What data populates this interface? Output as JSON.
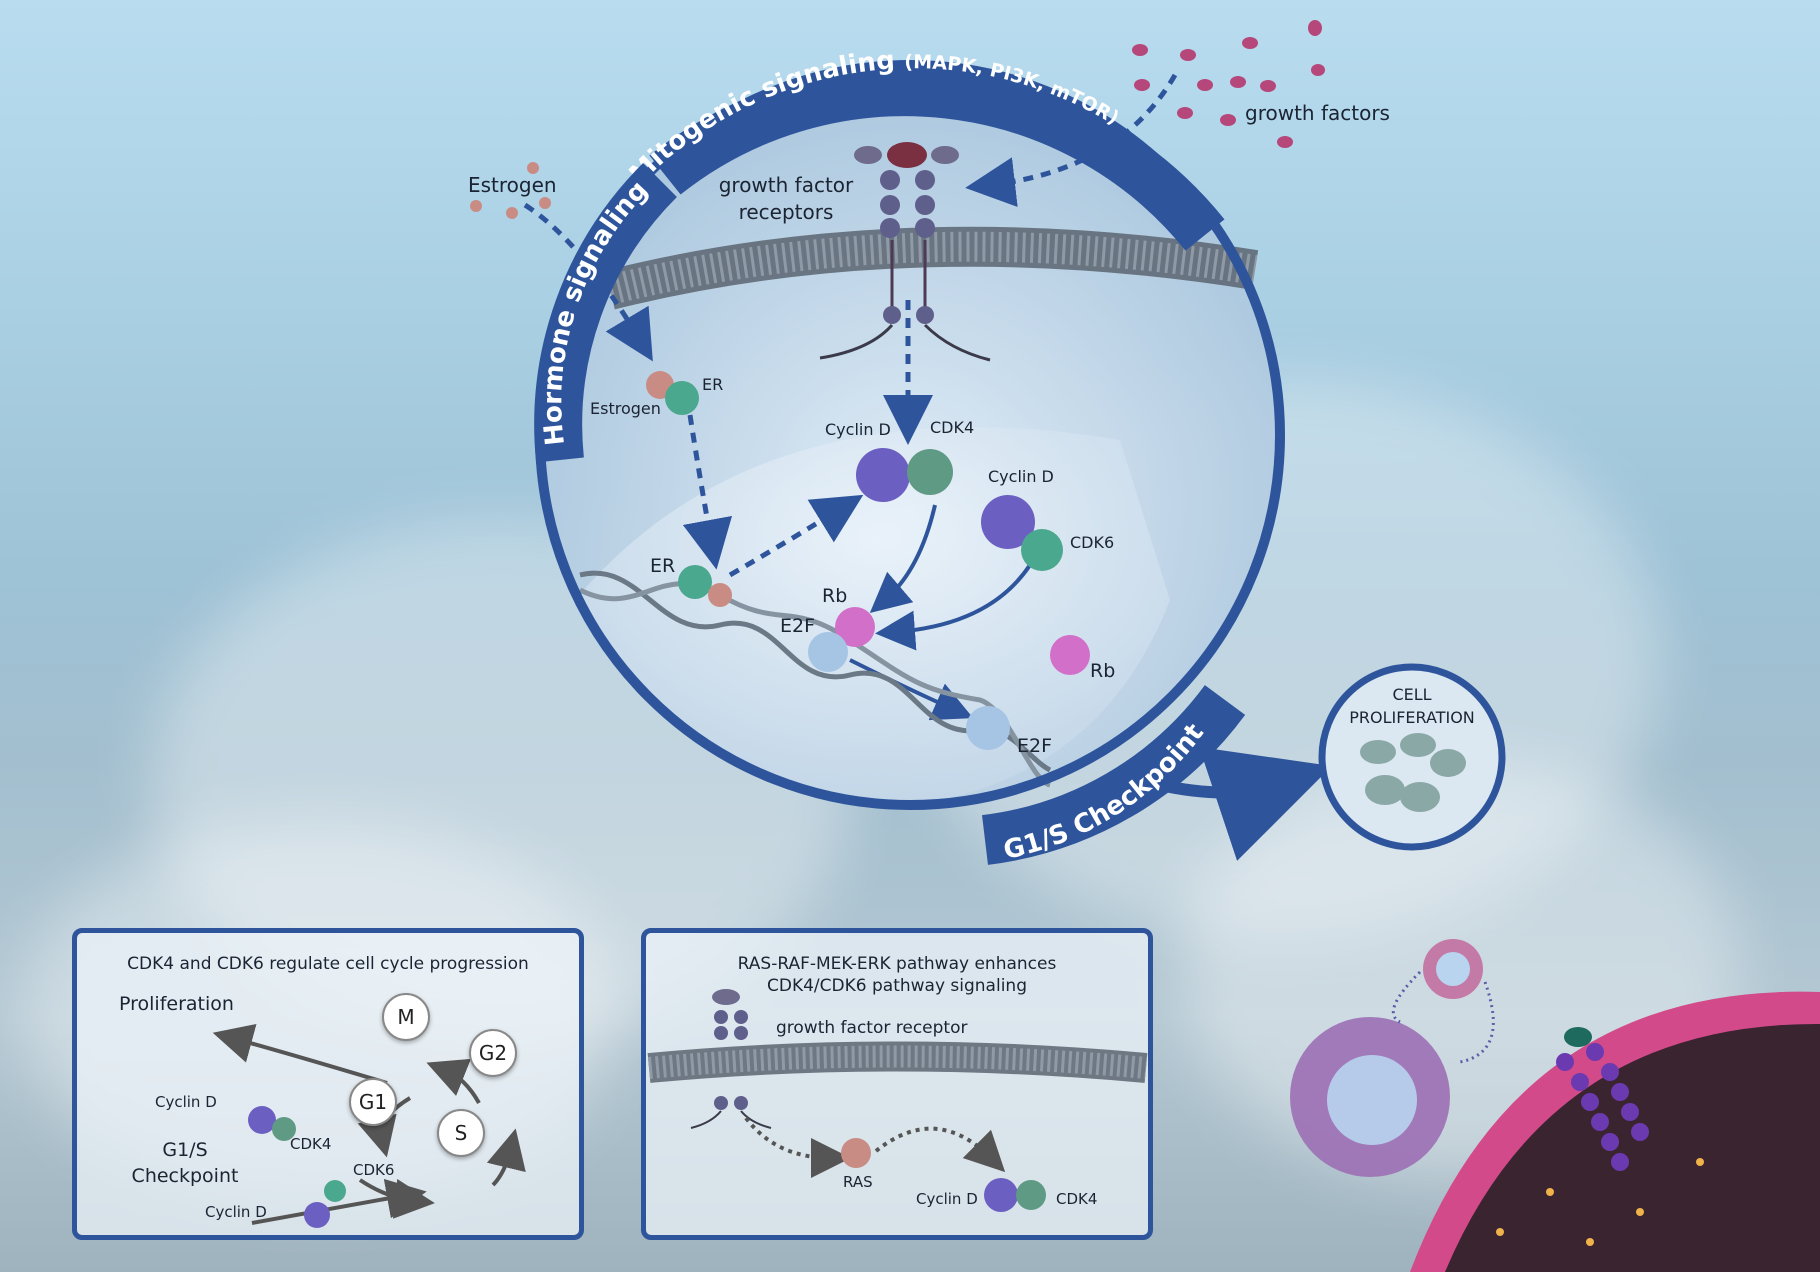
{
  "main_diagram": {
    "ring_labels": {
      "mitogenic": "Mitogenic signaling",
      "mitogenic_sub": "(MAPK, PI3K, mTOR)",
      "hormone": "Hormone signaling",
      "checkpoint": "G1/S Checkpoint"
    },
    "labels": {
      "growth_factors": "growth factors",
      "growth_factor_receptors_1": "growth factor",
      "growth_factor_receptors_2": "receptors",
      "estrogen_outside": "Estrogen",
      "estrogen_bound": "Estrogen",
      "er_top": "ER",
      "er_dna": "ER",
      "cyclin_d_1": "Cyclin D",
      "cdk4": "CDK4",
      "cyclin_d_2": "Cyclin D",
      "cdk6": "CDK6",
      "rb_bound": "Rb",
      "e2f_bound": "E2F",
      "rb_free": "Rb",
      "e2f_free": "E2F"
    },
    "outcome_1": "CELL",
    "outcome_2": "PROLIFERATION"
  },
  "panel_cycle": {
    "title": "CDK4 and CDK6 regulate cell cycle progression",
    "proliferation": "Proliferation",
    "phases": [
      "M",
      "G2",
      "G1",
      "S"
    ],
    "checkpoint_1": "G1/S",
    "checkpoint_2": "Checkpoint",
    "cyclin_d_a": "Cyclin D",
    "cdk4": "CDK4",
    "cdk6": "CDK6",
    "cyclin_d_b": "Cyclin D"
  },
  "panel_ras": {
    "title_1": "RAS-RAF-MEK-ERK pathway enhances",
    "title_2": "CDK4/CDK6 pathway signaling",
    "receptor": "growth factor receptor",
    "ras": "RAS",
    "cyclin_d": "Cyclin D",
    "cdk4": "CDK4"
  },
  "colors": {
    "ring_blue": "#2e559c",
    "membrane": "#5a6470",
    "cyclin_d": "#6c5fc2",
    "cdk": "#5f9a84",
    "rb": "#d26fc9",
    "er": "#4aa88e",
    "estrogen": "#c98c84",
    "e2f": "#a6c4e4"
  }
}
